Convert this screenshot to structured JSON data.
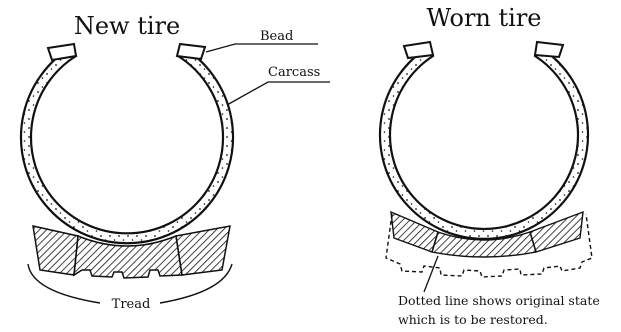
{
  "figure": {
    "new_tire": {
      "title": "New tire",
      "labels": {
        "bead": "Bead",
        "carcass": "Carcass",
        "tread": "Tread"
      }
    },
    "worn_tire": {
      "title": "Worn tire",
      "caption_line1": "Dotted line shows original state",
      "caption_line2": "which is to be restored."
    },
    "colors": {
      "ink": "#111111",
      "paper": "#ffffff"
    }
  }
}
